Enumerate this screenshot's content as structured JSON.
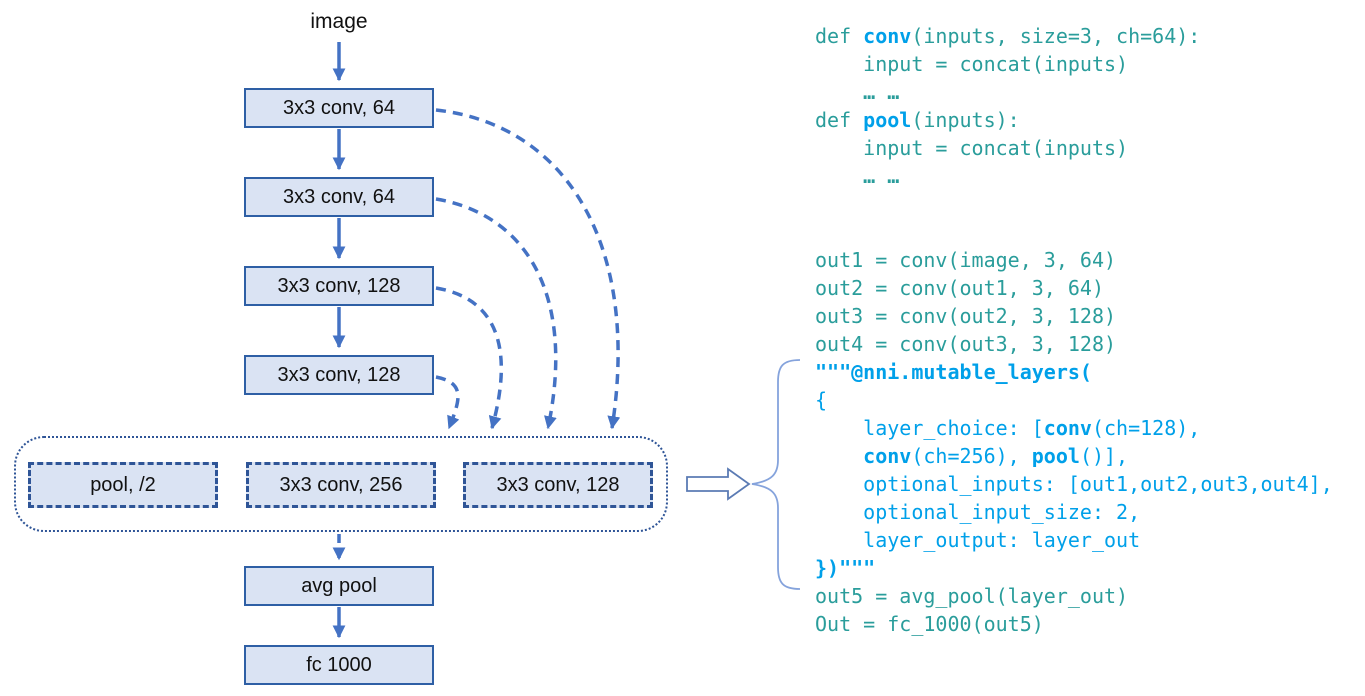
{
  "diagram": {
    "input_label": "image",
    "conv_boxes": [
      "3x3 conv, 64",
      "3x3 conv, 64",
      "3x3 conv, 128",
      "3x3 conv, 128"
    ],
    "choice_boxes": [
      "pool, /2",
      "3x3 conv, 256",
      "3x3 conv, 128"
    ],
    "tail_boxes": [
      "avg pool",
      "fc 1000"
    ],
    "colors": {
      "box_fill": "#dae3f3",
      "box_border": "#2e5fa5",
      "dashed_border": "#2f5597",
      "arrow": "#4472c4",
      "brace": "#85a3dc",
      "block_arrow_outline": "#5b7bb4",
      "code_teal": "#2a9d9b",
      "code_blue": "#00a0e9"
    }
  },
  "code": {
    "lines": [
      [
        {
          "t": "def ",
          "c": "teal"
        },
        {
          "t": "conv",
          "c": "blue b"
        },
        {
          "t": "(inputs, size=3, ch=64):",
          "c": "teal"
        }
      ],
      [
        {
          "t": "    input = concat(inputs)",
          "c": "teal"
        }
      ],
      [
        {
          "t": "    … …",
          "c": "teal b"
        }
      ],
      [
        {
          "t": "def ",
          "c": "teal"
        },
        {
          "t": "pool",
          "c": "blue b"
        },
        {
          "t": "(inputs):",
          "c": "teal"
        }
      ],
      [
        {
          "t": "    input = concat(inputs)",
          "c": "teal"
        }
      ],
      [
        {
          "t": "    … …",
          "c": "teal b"
        }
      ],
      [],
      [],
      [
        {
          "t": "out1 = conv(image, 3, 64)",
          "c": "teal"
        }
      ],
      [
        {
          "t": "out2 = conv(out1, 3, 64)",
          "c": "teal"
        }
      ],
      [
        {
          "t": "out3 = conv(out2, 3, 128)",
          "c": "teal"
        }
      ],
      [
        {
          "t": "out4 = conv(out3, 3, 128)",
          "c": "teal"
        }
      ],
      [
        {
          "t": "\"\"\"@nni.mutable_layers(",
          "c": "blue b"
        }
      ],
      [
        {
          "t": "{",
          "c": "blue"
        }
      ],
      [
        {
          "t": "    layer_choice: [",
          "c": "blue"
        },
        {
          "t": "conv",
          "c": "blue b"
        },
        {
          "t": "(ch=128),",
          "c": "blue"
        }
      ],
      [
        {
          "t": "    ",
          "c": "blue"
        },
        {
          "t": "conv",
          "c": "blue b"
        },
        {
          "t": "(ch=256), ",
          "c": "blue"
        },
        {
          "t": "pool",
          "c": "blue b"
        },
        {
          "t": "()],",
          "c": "blue"
        }
      ],
      [
        {
          "t": "    optional_inputs: [out1,out2,out3,out4],",
          "c": "blue"
        }
      ],
      [
        {
          "t": "    optional_input_size: 2,",
          "c": "blue"
        }
      ],
      [
        {
          "t": "    layer_output: layer_out",
          "c": "blue"
        }
      ],
      [
        {
          "t": "})\"\"\"",
          "c": "blue b"
        }
      ],
      [
        {
          "t": "out5 = avg_pool(layer_out)",
          "c": "teal"
        }
      ],
      [
        {
          "t": "Out = fc_1000(out5)",
          "c": "teal"
        }
      ]
    ]
  }
}
